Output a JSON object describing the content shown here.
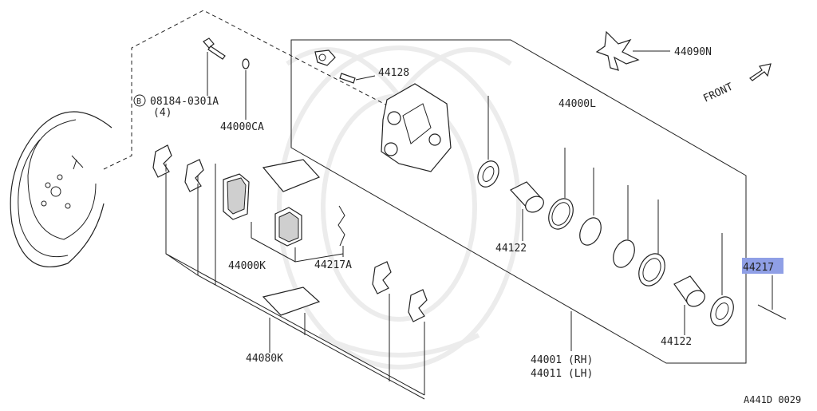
{
  "diagram": {
    "figure_code": "A441D 0029",
    "front_label": "FRONT",
    "highlight_color": "#8f9fe6",
    "labels": {
      "p44090n": "44090N",
      "p44128": "44128",
      "p44000l": "44000L",
      "bolt_circle": "B",
      "p08184": "08184-0301A",
      "p08184_qty": "(4)",
      "p44000ca": "44000CA",
      "p44000k": "44000K",
      "p44217a": "44217A",
      "p44122_upper": "44122",
      "p44122_lower": "44122",
      "p44217": "44217",
      "p44080k": "44080K",
      "p44001": "44001 (RH)",
      "p44011": "44011 (LH)"
    }
  }
}
